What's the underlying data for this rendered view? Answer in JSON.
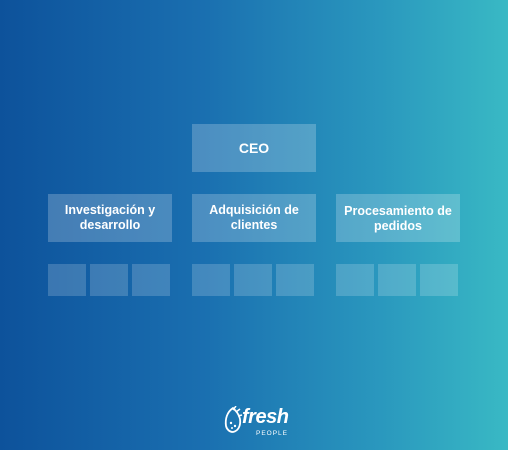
{
  "ceo": {
    "label": "CEO"
  },
  "departments": [
    {
      "label": "Investigación y desarrollo"
    },
    {
      "label": "Adquisición de clientes"
    },
    {
      "label": "Procesamiento de pedidos"
    }
  ],
  "logo": {
    "word": "fresh",
    "sub": "PEOPLE",
    "icon": "fresh-people-leaf-icon"
  },
  "colors": {
    "bg_start": "#0d529b",
    "bg_end": "#39b9c4",
    "box_fill": "rgba(255,255,255,0.22)"
  }
}
